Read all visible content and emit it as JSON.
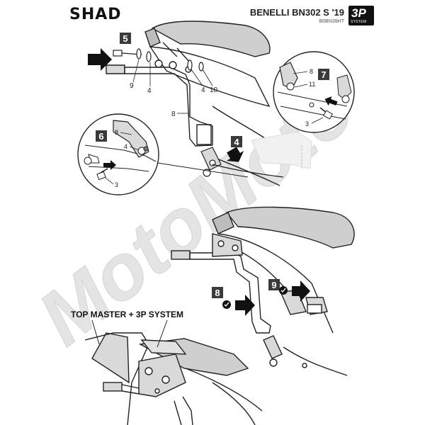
{
  "header": {
    "brand": "SHAD",
    "model": "BENELLI BN302 S '19",
    "code": "B0BN39HT",
    "badge_main": "3P",
    "badge_sub": "SYSTEM"
  },
  "steps": {
    "s4": "4",
    "s5": "5",
    "s6": "6",
    "s7": "7",
    "s8": "8",
    "s9": "9"
  },
  "parts": {
    "p3": "3",
    "p4": "4",
    "p8": "8",
    "p9": "9",
    "p10": "10",
    "p11": "11"
  },
  "labels": {
    "system": "TOP MASTER + 3P SYSTEM"
  },
  "watermark": "MotoMoto",
  "colors": {
    "line": "#222222",
    "step_box": "#3a3a3a",
    "watermark": "#e4e4e4",
    "bracket_fill": "#d9d9d9",
    "seat_fill": "#cfcfcf"
  }
}
